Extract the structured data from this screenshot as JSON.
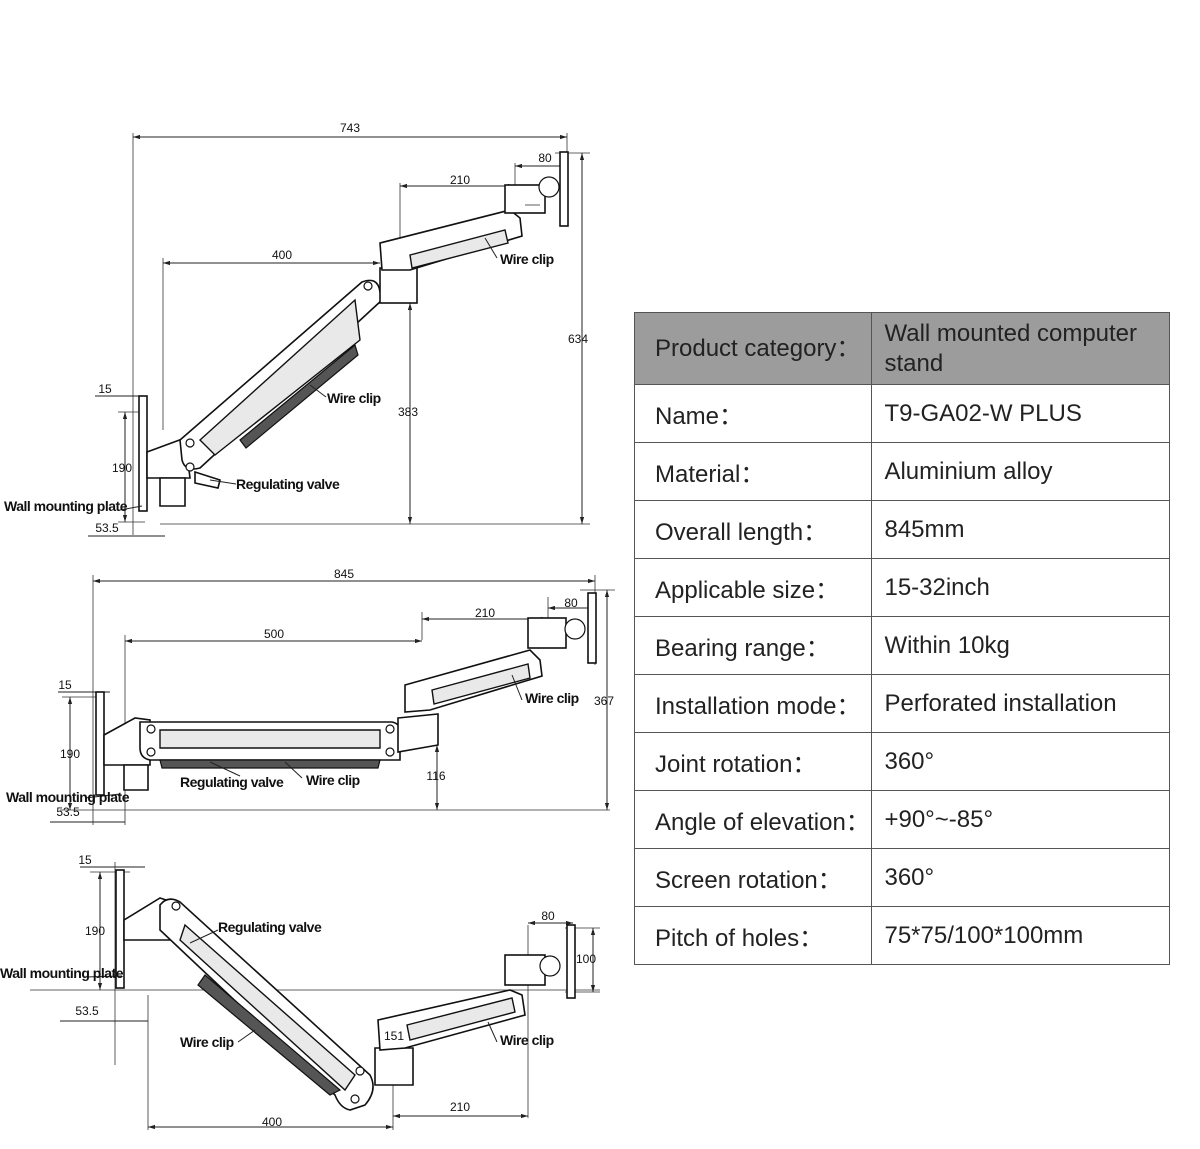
{
  "diagram": {
    "views": [
      {
        "name": "raised",
        "dimensions": [
          "743",
          "80",
          "210",
          "400",
          "634",
          "383",
          "15",
          "190",
          "53.5"
        ],
        "labels": [
          "Wire clip",
          "Wire clip",
          "Regulating valve",
          "Wall mounting plate"
        ]
      },
      {
        "name": "extended",
        "dimensions": [
          "845",
          "210",
          "80",
          "500",
          "15",
          "190",
          "367",
          "116",
          "53.5"
        ],
        "labels": [
          "Wire clip",
          "Regulating valve",
          "Wire clip",
          "Wall mounting plate"
        ]
      },
      {
        "name": "lowered",
        "dimensions": [
          "15",
          "190",
          "80",
          "100",
          "53.5",
          "151",
          "210",
          "400"
        ],
        "labels": [
          "Regulating valve",
          "Wall mounting plate",
          "Wire clip",
          "Wire clip"
        ]
      }
    ]
  },
  "specs": {
    "rows": [
      {
        "label": "Product category：",
        "value": "Wall mounted computer stand"
      },
      {
        "label": "Name：",
        "value": "T9-GA02-W PLUS"
      },
      {
        "label": "Material：",
        "value": "Aluminium alloy"
      },
      {
        "label": "Overall length：",
        "value": "845mm"
      },
      {
        "label": "Applicable size：",
        "value": "15-32inch"
      },
      {
        "label": "Bearing range：",
        "value": "Within 10kg"
      },
      {
        "label": "Installation mode：",
        "value": "Perforated installation"
      },
      {
        "label": "Joint rotation：",
        "value": "360°"
      },
      {
        "label": "Angle of elevation：",
        "value": "+90°~-85°"
      },
      {
        "label": "Screen rotation：",
        "value": "360°"
      },
      {
        "label": "Pitch of holes：",
        "value": "75*75/100*100mm"
      }
    ]
  }
}
